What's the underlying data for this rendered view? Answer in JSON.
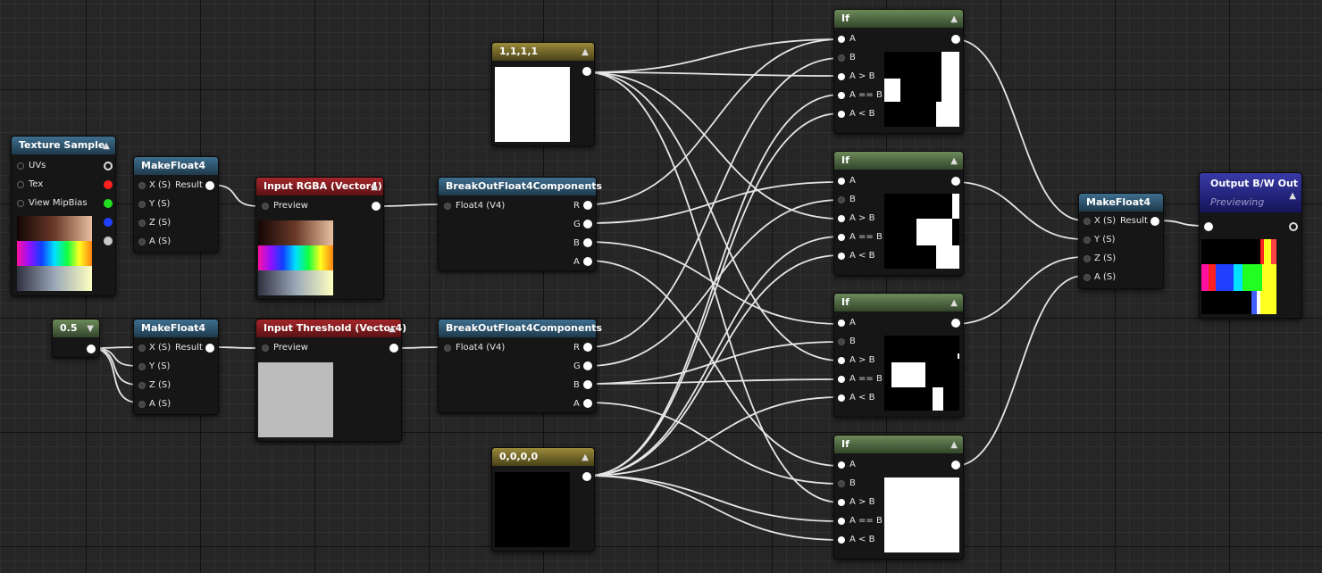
{
  "nodes": {
    "texture_sample": {
      "title": "Texture Sample",
      "inputs": [
        "UVs",
        "Tex",
        "View MipBias"
      ]
    },
    "constant_half": {
      "title": "0.5"
    },
    "makefloat4_top": {
      "title": "MakeFloat4",
      "inputs": [
        "X (S)",
        "Y (S)",
        "Z (S)",
        "A (S)"
      ],
      "output": "Result"
    },
    "makefloat4_bottom": {
      "title": "MakeFloat4",
      "inputs": [
        "X (S)",
        "Y (S)",
        "Z (S)",
        "A (S)"
      ],
      "output": "Result"
    },
    "input_rgba": {
      "title": "Input RGBA (Vector4)",
      "input": "Preview"
    },
    "input_threshold": {
      "title": "Input Threshold (Vector4)",
      "input": "Preview"
    },
    "break_top": {
      "title": "BreakOutFloat4Components",
      "input": "Float4 (V4)",
      "outputs": [
        "R",
        "G",
        "B",
        "A"
      ]
    },
    "break_bottom": {
      "title": "BreakOutFloat4Components",
      "input": "Float4 (V4)",
      "outputs": [
        "R",
        "G",
        "B",
        "A"
      ]
    },
    "const_ones": {
      "title": "1,1,1,1"
    },
    "const_zeros": {
      "title": "0,0,0,0"
    },
    "if_nodes": [
      {
        "title": "If",
        "inputs": [
          "A",
          "B",
          "A > B",
          "A == B",
          "A < B"
        ]
      },
      {
        "title": "If",
        "inputs": [
          "A",
          "B",
          "A > B",
          "A == B",
          "A < B"
        ]
      },
      {
        "title": "If",
        "inputs": [
          "A",
          "B",
          "A > B",
          "A == B",
          "A < B"
        ]
      },
      {
        "title": "If",
        "inputs": [
          "A",
          "B",
          "A > B",
          "A == B",
          "A < B"
        ]
      }
    ],
    "makefloat4_out": {
      "title": "MakeFloat4",
      "inputs": [
        "X (S)",
        "Y (S)",
        "Z (S)",
        "A (S)"
      ],
      "output": "Result"
    },
    "output_bw": {
      "title": "Output B/W Out",
      "subtitle": "Previewing"
    }
  },
  "colors": {
    "pin_red": "#ff2020",
    "pin_green": "#20e020",
    "pin_blue": "#2040ff",
    "pin_alpha": "#c8c8c8",
    "wire": "#e6e6e6",
    "threshold_preview": "#bcbcbc"
  },
  "icons": [
    "collapse-arrow-icon",
    "dropdown-arrow-icon"
  ]
}
